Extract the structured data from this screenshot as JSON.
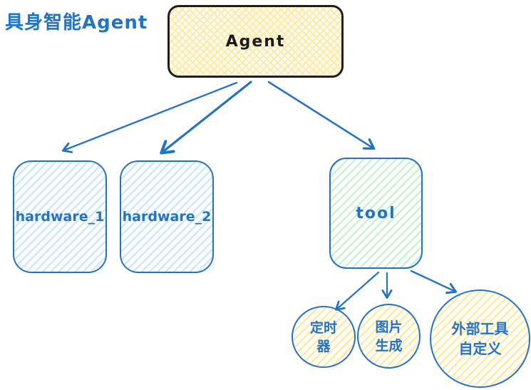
{
  "title": "具身智能Agent",
  "colors": {
    "blue": "#2373c4",
    "dark_border": "#1e1e1e",
    "yellow_hatch": "#ffe9a8",
    "blue_hatch": "#cfe7fa",
    "green_hatch": "#c9efd4"
  },
  "nodes": {
    "agent": {
      "label": "Agent"
    },
    "hardware1": {
      "label": "hardware_1"
    },
    "hardware2": {
      "label": "hardware_2"
    },
    "tool": {
      "label": "tool"
    },
    "timer": {
      "line1": "定时",
      "line2": "器"
    },
    "image_gen": {
      "line1": "图片",
      "line2": "生成"
    },
    "external_tool": {
      "line1": "外部工具",
      "line2": "自定义"
    }
  },
  "edges": [
    {
      "from": "agent",
      "to": "hardware1"
    },
    {
      "from": "agent",
      "to": "hardware2"
    },
    {
      "from": "agent",
      "to": "tool"
    },
    {
      "from": "tool",
      "to": "timer"
    },
    {
      "from": "tool",
      "to": "image_gen"
    },
    {
      "from": "tool",
      "to": "external_tool"
    }
  ]
}
